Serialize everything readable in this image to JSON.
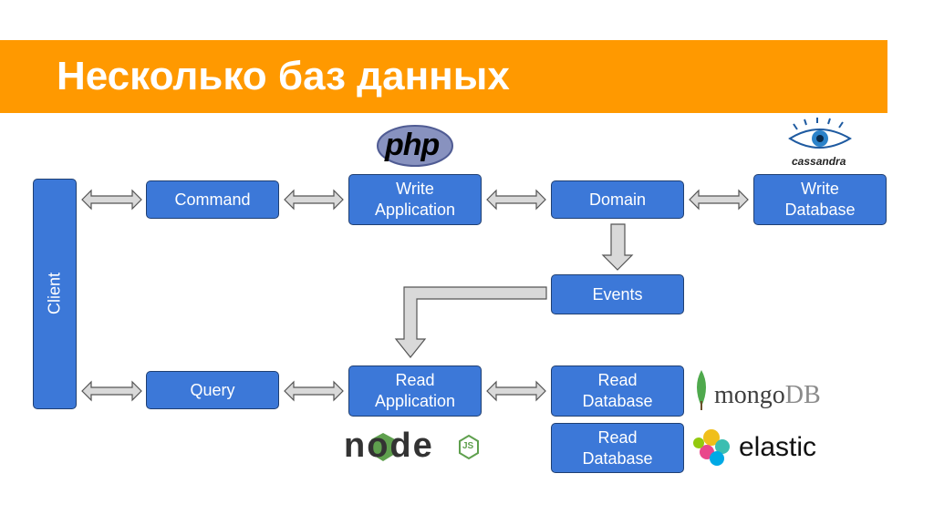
{
  "slide": {
    "title": "Несколько баз данных"
  },
  "nodes": {
    "client": "Client",
    "command": "Command",
    "query": "Query",
    "write_app": [
      "Write",
      "Application"
    ],
    "read_app": [
      "Read",
      "Application"
    ],
    "domain": "Domain",
    "events": "Events",
    "write_db": [
      "Write",
      "Database"
    ],
    "read_db_1": [
      "Read",
      "Database"
    ],
    "read_db_2": [
      "Read",
      "Database"
    ]
  },
  "logos": {
    "php": {
      "text": "php",
      "icon": "php-logo"
    },
    "cassandra": {
      "text": "cassandra",
      "icon": "cassandra-eye-logo"
    },
    "node": {
      "text": "node",
      "badge": "JS",
      "icon": "nodejs-logo"
    },
    "mongodb": {
      "text_mongo": "mongo",
      "text_db": "DB",
      "icon": "mongodb-leaf-logo"
    },
    "elastic": {
      "text": "elastic",
      "icon": "elastic-logo"
    }
  },
  "colors": {
    "title_bar": "#ff9900",
    "node_fill": "#3c78d8",
    "node_border": "#1f3f72",
    "arrow_fill": "#d9d9d9",
    "arrow_stroke": "#555555"
  }
}
